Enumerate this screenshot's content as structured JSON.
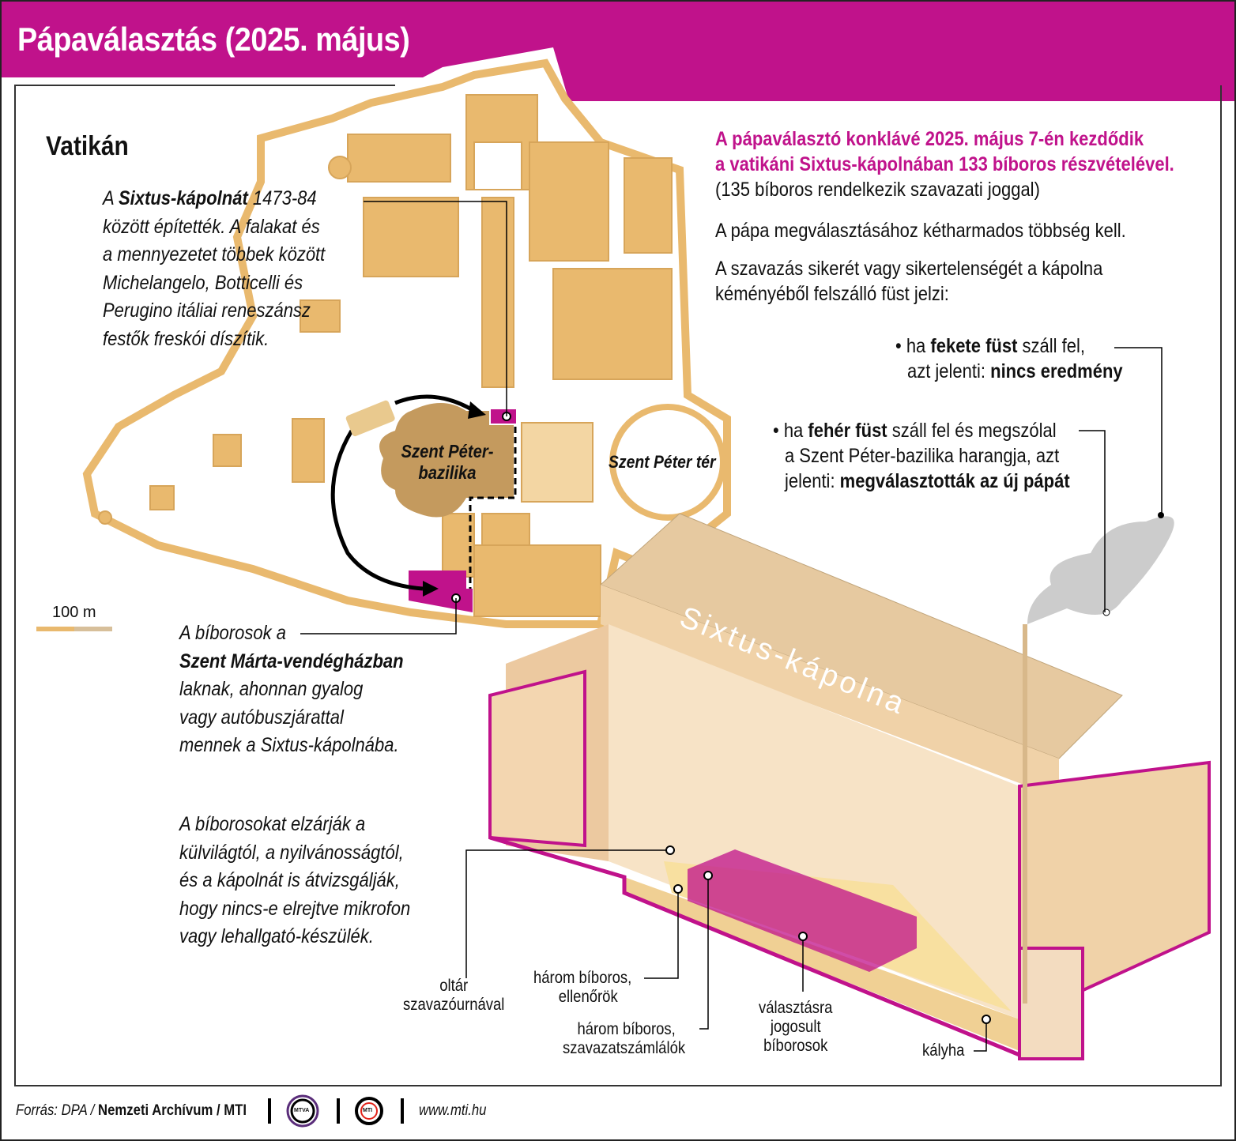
{
  "title": "Pápaválasztás (2025. május)",
  "colors": {
    "accent": "#c0128b",
    "map": "#e9b96e",
    "basilica": "#c49a5e",
    "chapel": "#f5dcb5"
  },
  "map": {
    "region_label": "Vatikán",
    "basilica_label_1": "Szent Péter-",
    "basilica_label_2": "bazilika",
    "square_label": "Szent Péter tér",
    "scale_label": "100 m"
  },
  "sixtus_note": {
    "pre": "A ",
    "bold": "Sixtus-kápolnát",
    "post": " 1473-84",
    "lines": [
      "között építették. A falakat és",
      "a mennyezetet többek között",
      "Michelangelo, Botticelli és",
      "Perugino itáliai reneszánsz",
      "festők freskói díszítik."
    ]
  },
  "marta_note": {
    "line1": "A bíborosok a",
    "bold": "Szent Márta-vendégházban",
    "lines": [
      "laknak, ahonnan gyalog",
      "vagy autóbuszjárattal",
      "mennek a Sixtus-kápolnába."
    ]
  },
  "isolation_note": [
    "A bíborosokat elzárják a",
    "külvilágtól, a nyilvánosságtól,",
    "és a kápolnát is átvizsgálják,",
    "hogy nincs-e elrejtve mikrofon",
    "vagy lehallgató-készülék."
  ],
  "info": {
    "headline_1": "A pápaválasztó konklávé 2025. május 7-én kezdődik",
    "headline_2": "a vatikáni Sixtus-kápolnában 133 bíboros részvételével.",
    "sub": "(135 bíboros rendelkezik szavazati joggal)",
    "majority": "A pápa megválasztásához kétharmados többség kell.",
    "smoke_1": "A szavazás sikerét vagy sikertelenségét a kápolna",
    "smoke_2": "kéményéből felszálló füst jelzi:",
    "black": {
      "pre": "• ha ",
      "bold": "fekete füst",
      "post": " száll fel,",
      "line2_pre": "azt jelenti: ",
      "line2_bold": "nincs eredmény"
    },
    "white": {
      "pre": "• ha ",
      "bold": "fehér füst",
      "post": " száll fel és megszólal",
      "line2": "a Szent Péter-bazilika harangja, azt",
      "line3_pre": "jelenti: ",
      "line3_bold": "megválasztották az új pápát"
    }
  },
  "chapel": {
    "roof_label": "Sixtus-kápolna",
    "labels": {
      "altar": [
        "oltár",
        "szavazóurnával"
      ],
      "checkers": [
        "három bíboros,",
        "ellenőrök"
      ],
      "counters": [
        "három bíboros,",
        "szavazatszámlálók"
      ],
      "electors": [
        "választásra",
        "jogosult",
        "bíborosok"
      ],
      "stove": "kályha"
    }
  },
  "footer": {
    "source_pre": "Forrás: DPA / ",
    "source_bold": "Nemzeti Archívum / MTI",
    "logo1": "MTVA",
    "logo2": "MTI",
    "url": "www.mti.hu"
  }
}
